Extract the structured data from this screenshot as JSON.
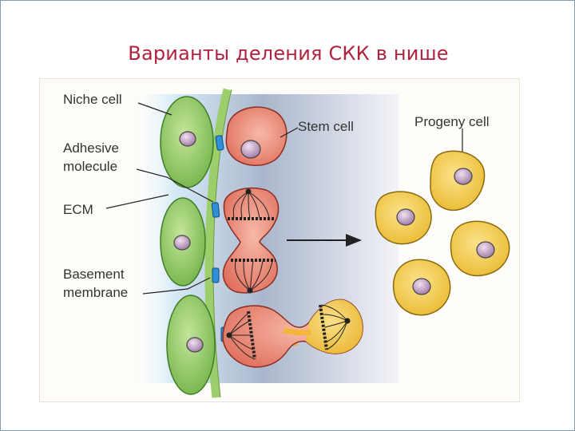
{
  "slide": {
    "title": "Варианты деления СКК в нише"
  },
  "figure": {
    "labels": {
      "niche_cell": "Niche cell",
      "adhesive_molecule_line1": "Adhesive",
      "adhesive_molecule_line2": "molecule",
      "ecm": "ECM",
      "basement_membrane_line1": "Basement",
      "basement_membrane_line2": "membrane",
      "stem_cell": "Stem cell",
      "progeny_cell": "Progeny cell"
    },
    "colors": {
      "title": "#b0233f",
      "niche_cell_fill": "#8fca62",
      "stem_cell_fill": "#ec8a78",
      "progeny_cell_fill": "#f3cf52",
      "nucleus_fill": "#c8a5c8",
      "membrane": "#9ccf6c",
      "adhesive": "#2f8fd8",
      "background_gradient": "#9aa9c4"
    }
  }
}
